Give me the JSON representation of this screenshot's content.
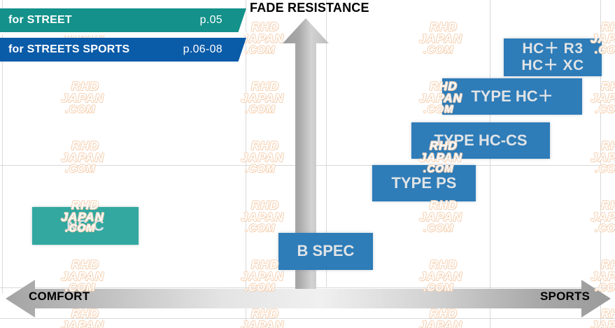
{
  "chart_data": {
    "type": "scatter",
    "title": "FADE RESISTANCE",
    "xlabel": "COMFORT ↔ SPORTS",
    "ylabel": "FADE RESISTANCE",
    "x_axis": {
      "left_label": "COMFORT",
      "right_label": "SPORTS",
      "style": "double-headed-arrow",
      "grid": false
    },
    "y_axis": {
      "top_label": "FADE RESISTANCE",
      "style": "upward-arrow",
      "grid": false
    },
    "legend_position": "top-left",
    "series": [
      {
        "name": "for STREET",
        "color": "#32a8a0",
        "points": [
          {
            "label": "NS-C",
            "x": 0.12,
            "y": 0.28
          }
        ]
      },
      {
        "name": "for STREETS SPORTS",
        "color": "#2e7cb8",
        "points": [
          {
            "label": "B SPEC",
            "x": 0.52,
            "y": 0.18
          },
          {
            "label": "TYPE PS",
            "x": 0.68,
            "y": 0.43
          },
          {
            "label": "TYPE HC-CS",
            "x": 0.78,
            "y": 0.57
          },
          {
            "label": "TYPE HC+",
            "x": 0.83,
            "y": 0.71
          },
          {
            "label": "HC+ R3 / HC+ XC",
            "x": 0.9,
            "y": 0.85
          }
        ]
      }
    ]
  },
  "banners": [
    {
      "title": "for STREET",
      "page": "p.05",
      "color": "#13918a"
    },
    {
      "title": "for STREETS SPORTS",
      "page": "p.06-08",
      "color": "#0a5ba8"
    }
  ],
  "axes": {
    "vertical_label": "FADE RESISTANCE",
    "horizontal_left_label": "COMFORT",
    "horizontal_right_label": "SPORTS"
  },
  "boxes": {
    "hc_r3": {
      "line1": "HC＋ R3",
      "line2": "HC＋ XC"
    },
    "type_hc_plus": "TYPE HC＋",
    "type_hc_cs": "TYPE HC-CS",
    "type_ps": "TYPE PS",
    "b_spec": "B SPEC",
    "ns_c": "NS-C"
  },
  "watermark": {
    "line1": "RHD",
    "line2": "JAPAN",
    "line3": ".COM"
  },
  "colors": {
    "teal_banner": "#13918a",
    "blue_banner": "#0a5ba8",
    "box_blue": "#2e7cb8",
    "box_teal": "#32a8a0",
    "arrow_grey": "#9a9a9a",
    "text_box": "#dfe3e6"
  }
}
